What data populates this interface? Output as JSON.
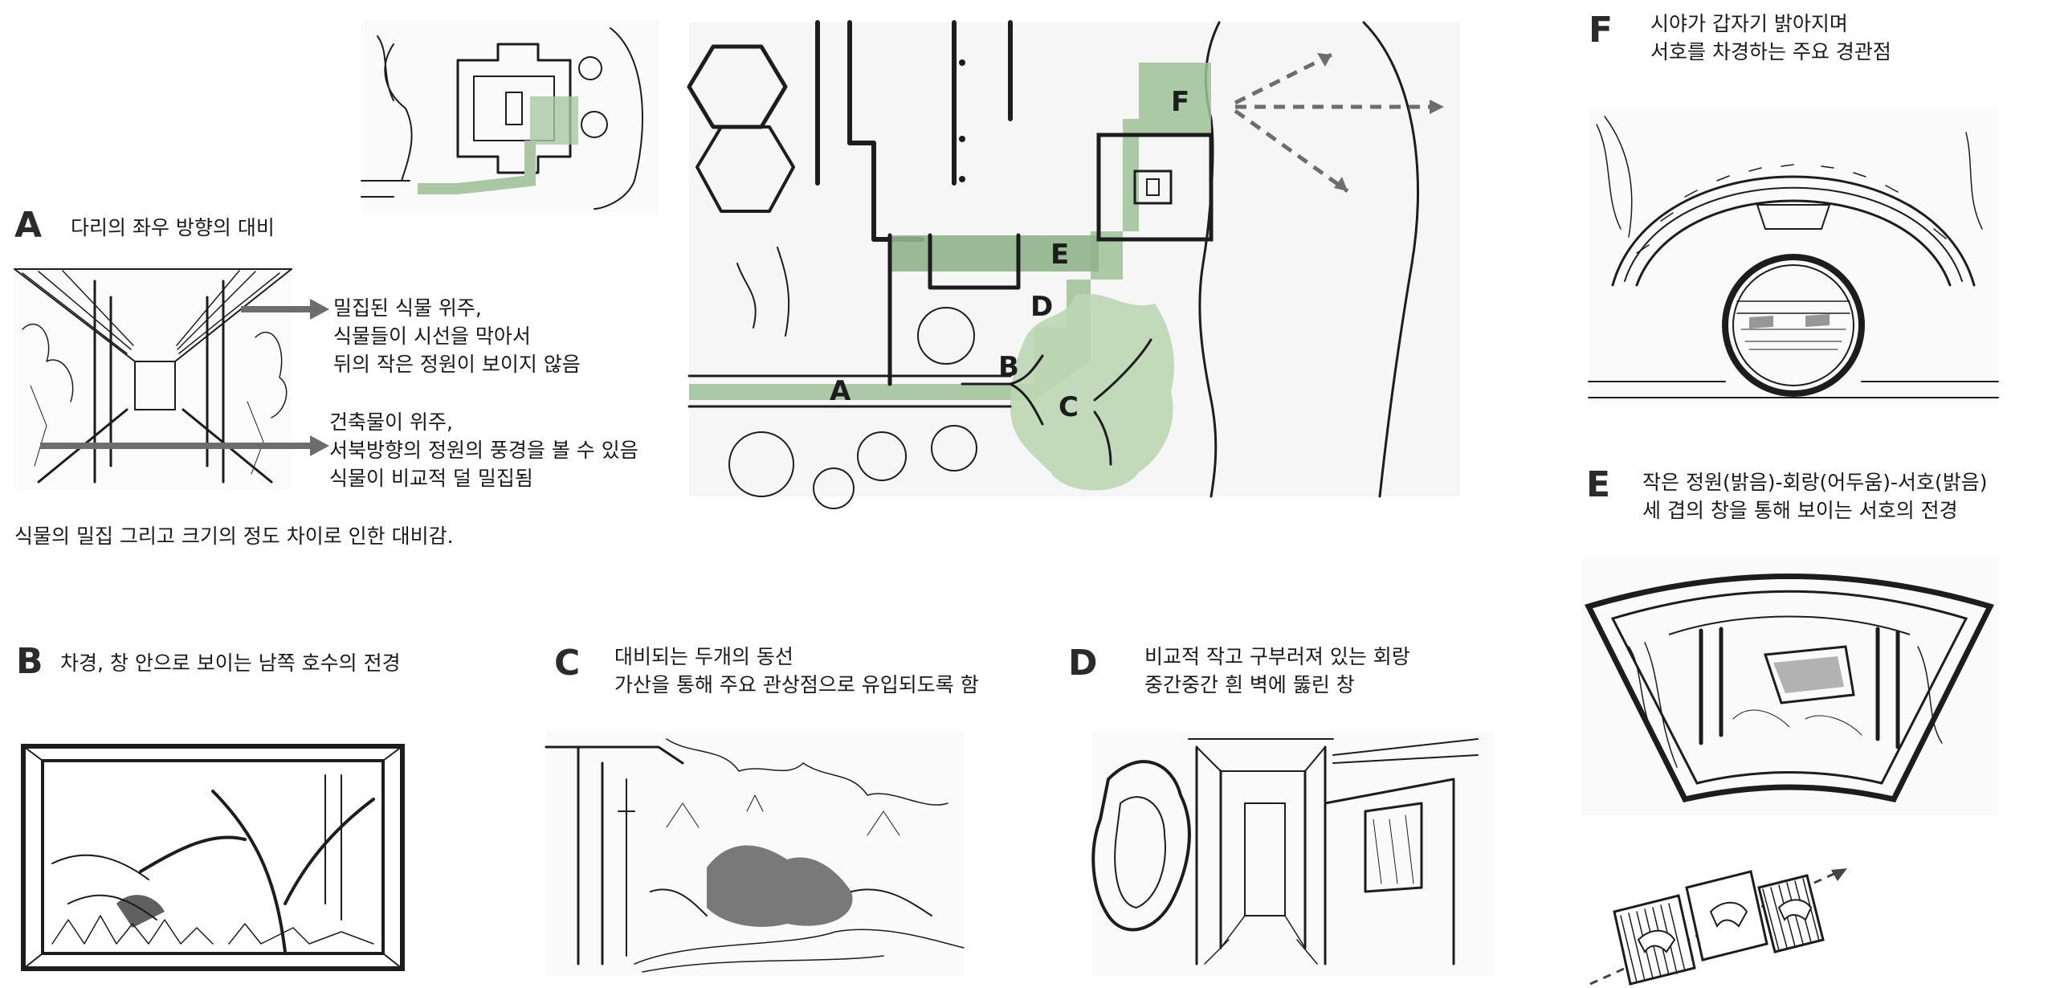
{
  "sections": {
    "A": {
      "letter": "A",
      "title": "다리의 좌우 방향의 대비",
      "upper_note": [
        "밀집된 식물 위주,",
        "식물들이  시선을 막아서",
        "뒤의 작은 정원이 보이지 않음"
      ],
      "lower_note": [
        "건축물이 위주,",
        "서북방향의 정원의 풍경을 볼 수 있음",
        "식물이 비교적 덜 밀집됨"
      ],
      "summary": "식물의 밀집 그리고 크기의 정도 차이로 인한 대비감."
    },
    "B": {
      "letter": "B",
      "caption": "차경, 창 안으로 보이는 남쪽 호수의 전경"
    },
    "C": {
      "letter": "C",
      "caption": [
        "대비되는 두개의 동선",
        "가산을 통해 주요 관상점으로 유입되도록 함"
      ]
    },
    "D": {
      "letter": "D",
      "caption": [
        "비교적 작고 구부러져 있는 회랑",
        "중간중간 흰 벽에 뚫린 창"
      ]
    },
    "E": {
      "letter": "E",
      "caption": [
        "작은 정원(밝음)-회랑(어두움)-서호(밝음)",
        "세 겹의 창을 통해 보이는 서호의 전경"
      ]
    },
    "F": {
      "letter": "F",
      "caption": [
        "시야가 갑자기 밝아지며",
        "서호를 차경하는 주요 경관점"
      ]
    }
  },
  "plan_labels": {
    "A": "A",
    "B": "B",
    "C": "C",
    "D": "D",
    "E": "E",
    "F": "F"
  },
  "colors": {
    "route_green": "#8fb48a",
    "light_green": "#c9ddc2",
    "ink": "#1d1d1d",
    "arrow_grey": "#6d6d6d"
  }
}
